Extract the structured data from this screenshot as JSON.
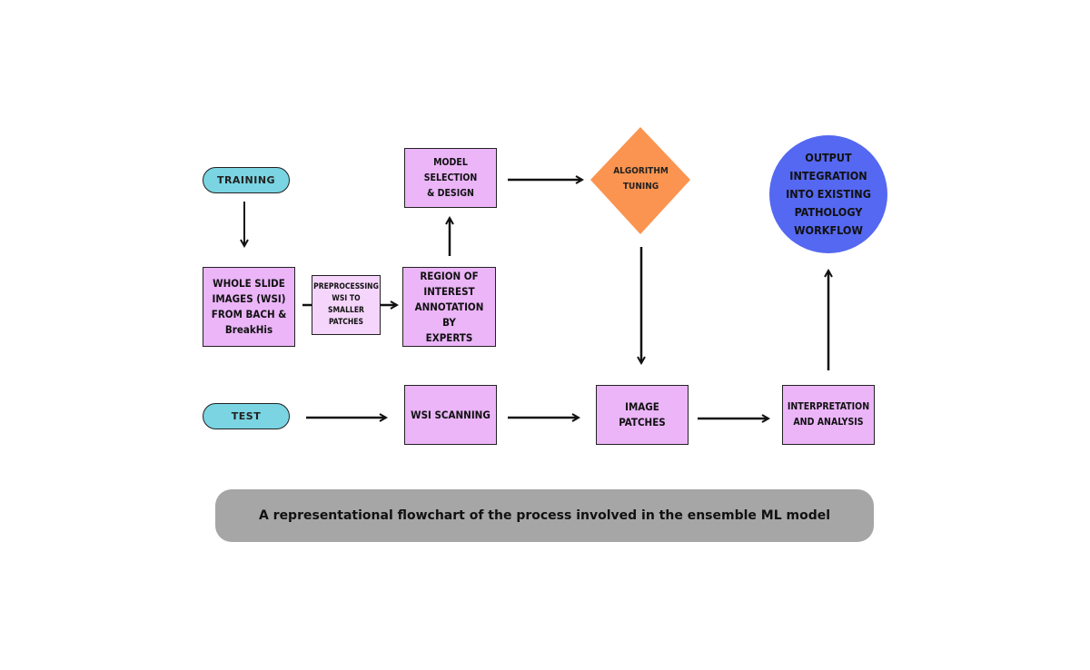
{
  "nodes": {
    "training": "TRAINING",
    "test": "TEST",
    "wsi_source": "WHOLE SLIDE\nIMAGES (WSI)\nFROM BACH &\nBreakHis",
    "preprocessing": "PREPROCESSING\nWSI TO SMALLER\nPATCHES",
    "roi_annotation": "REGION OF\nINTEREST\nANNOTATION BY\nEXPERTS",
    "model_selection": "MODEL SELECTION\n& DESIGN",
    "algorithm_tuning": "ALGORITHM\nTUNING",
    "output_integration": "OUTPUT\nINTEGRATION\nINTO EXISTING\nPATHOLOGY\nWORKFLOW",
    "wsi_scanning": "WSI SCANNING",
    "image_patches": "IMAGE PATCHES",
    "interpretation": "INTERPRETATION\nAND ANALYSIS"
  },
  "caption": "A representational flowchart of the process involved in the ensemble ML model",
  "colors": {
    "box": "#ebb5f8",
    "box_light": "#f5d5fb",
    "pill": "#7ad4e2",
    "diamond": "#fb9450",
    "circle": "#5568f1",
    "caption_bg": "#a6a6a6"
  }
}
